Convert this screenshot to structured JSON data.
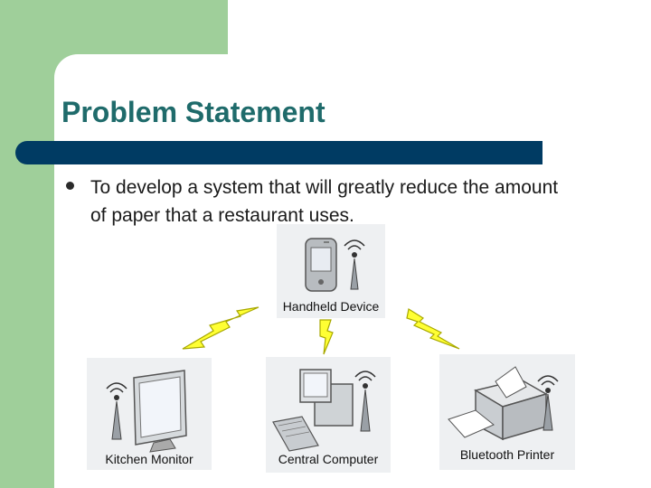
{
  "slide": {
    "title": "Problem Statement",
    "bullets": [
      "To develop a system that will greatly reduce the amount of paper that a restaurant uses."
    ]
  },
  "diagram": {
    "devices": [
      {
        "id": "handheld",
        "label": "Handheld Device"
      },
      {
        "id": "kitchen",
        "label": "Kitchen Monitor"
      },
      {
        "id": "central",
        "label": "Central Computer"
      },
      {
        "id": "printer",
        "label": "Bluetooth Printer"
      }
    ],
    "colors": {
      "bolt_fill": "#ffff33",
      "bolt_stroke": "#a8a800",
      "device_bg": "#eef0f2",
      "title_color": "#1f6b6b",
      "bar_color": "#003b63",
      "side_color": "#9fcf9a"
    }
  }
}
